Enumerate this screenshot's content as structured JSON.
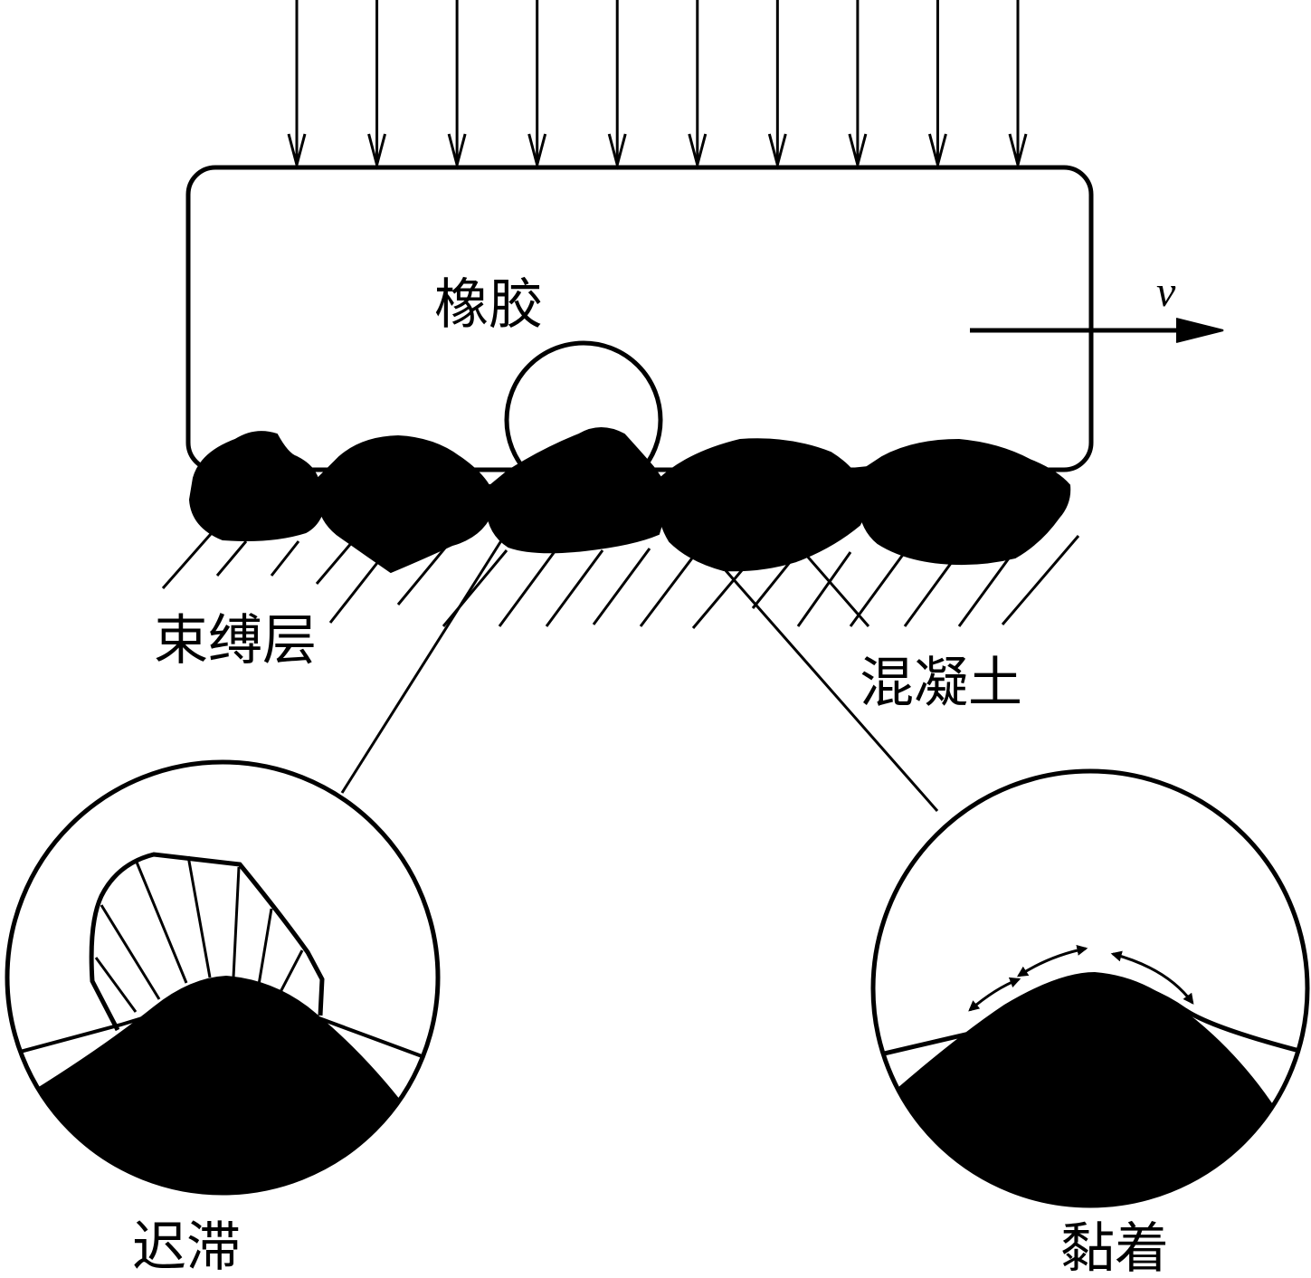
{
  "labels": {
    "rubber": "橡胶",
    "velocity": "v",
    "binding_layer": "束缚层",
    "concrete": "混凝土",
    "hysteresis": "迟滞",
    "adhesion": "黏着"
  },
  "colors": {
    "stroke": "#000000",
    "fill": "#000000",
    "background": "#ffffff"
  },
  "load_arrow_count": 10
}
